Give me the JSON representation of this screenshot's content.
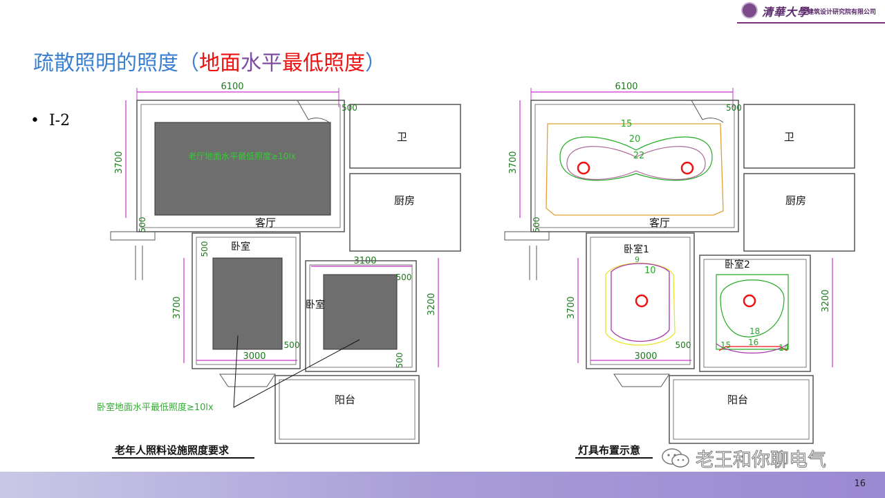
{
  "header": {
    "logo_cn": "清華大學",
    "logo_company": "建筑设计研究院有限公司"
  },
  "title": {
    "part1": "疏散照明的照度（",
    "part2": "地面",
    "part3": "水平",
    "part4": "最低照度",
    "part5": "）"
  },
  "bullet": "I-2",
  "left_plan": {
    "dims": {
      "top_width": "6100",
      "top_500": "500",
      "left_3700": "3700",
      "left_500": "500",
      "bedroom_500": "500",
      "bedroom_3700": "3700",
      "bedroom_3000": "3000",
      "bedroom_500_b": "500",
      "room2_3100": "3100",
      "room2_500": "500",
      "room2_500_b": "500",
      "right_3200": "3200"
    },
    "rooms": {
      "living": "客厅",
      "bath": "卫",
      "kitchen": "厨房",
      "bedroom1": "卧室",
      "bedroom2": "卧室",
      "balcony": "阳台"
    },
    "living_annotation": "老厅地面水平最低照度≥10lx",
    "bedroom_annotation": "卧室地面水平最低照度≥10lx",
    "caption": "老年人照料设施照度要求"
  },
  "right_plan": {
    "dims": {
      "top_width": "6100",
      "top_500": "500",
      "left_3700": "3700",
      "left_500": "500",
      "bedroom_3700": "3700",
      "bedroom_3000": "3000",
      "bedroom_500": "500",
      "right_3200": "3200"
    },
    "rooms": {
      "living": "客厅",
      "bath": "卫",
      "kitchen": "厨房",
      "bedroom1": "卧室1",
      "bedroom2": "卧室2",
      "balcony": "阳台"
    },
    "contours_living": [
      "15",
      "20",
      "22"
    ],
    "contours_bed1": [
      "9",
      "10"
    ],
    "contours_bed2": [
      "18",
      "16",
      "15",
      "14"
    ],
    "caption": "灯具布置示意"
  },
  "watermark": "老王和你聊电气",
  "page_number": "16",
  "colors": {
    "title_blue": "#3b7fd0",
    "title_red": "#ee1111",
    "title_purple": "#7e4ca2",
    "dim_magenta": "#cc33cc",
    "dim_green": "#33aa33",
    "gray_fill": "#6e6e6e"
  }
}
